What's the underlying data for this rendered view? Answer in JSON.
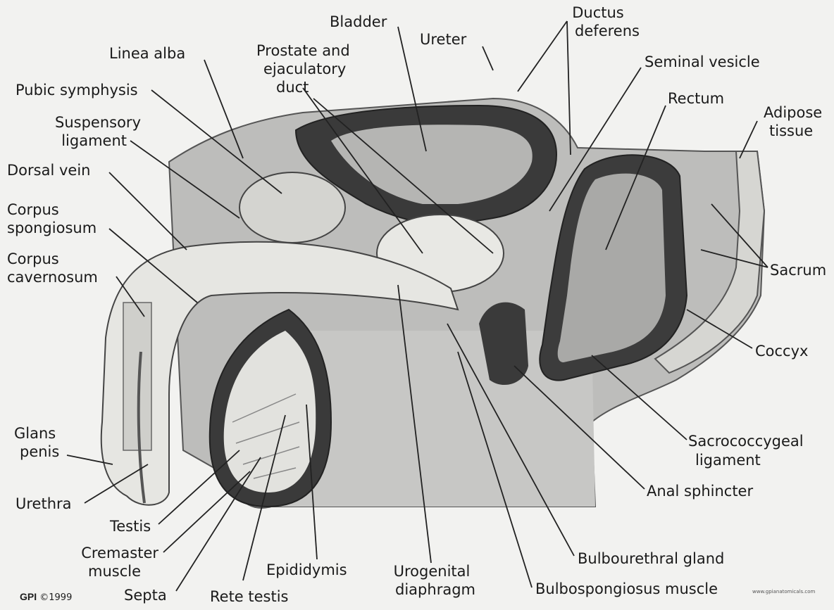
{
  "labels": {
    "bladder": "Bladder",
    "ureter": "Ureter",
    "ductus_deferens_1": "Ductus",
    "ductus_deferens_2": "deferens",
    "seminal_vesicle": "Seminal vesicle",
    "rectum": "Rectum",
    "adipose_1": "Adipose",
    "adipose_2": "tissue",
    "sacrum": "Sacrum",
    "coccyx": "Coccyx",
    "sacrococcygeal_1": "Sacrococcygeal",
    "sacrococcygeal_2": "ligament",
    "anal_sphincter": "Anal sphincter",
    "bulbourethral": "Bulbourethral gland",
    "bulbospongiosus": "Bulbospongiosus muscle",
    "urogenital_1": "Urogenital",
    "urogenital_2": "diaphragm",
    "epididymis": "Epididymis",
    "rete_testis": "Rete testis",
    "septa": "Septa",
    "cremaster_1": "Cremaster",
    "cremaster_2": "muscle",
    "testis": "Testis",
    "urethra": "Urethra",
    "glans_1": "Glans",
    "glans_2": "penis",
    "cavernosum_1": "Corpus",
    "cavernosum_2": "cavernosum",
    "spongiosum_1": "Corpus",
    "spongiosum_2": "spongiosum",
    "dorsal_vein": "Dorsal vein",
    "suspensory_1": "Suspensory",
    "suspensory_2": "ligament",
    "pubic_symphysis": "Pubic symphysis",
    "linea_alba": "Linea alba",
    "prostate_1": "Prostate and",
    "prostate_2": "ejaculatory",
    "prostate_3": "duct"
  },
  "credit": {
    "brand": "GPI",
    "year": "©1999"
  },
  "url": "www.gpianatomicals.com"
}
